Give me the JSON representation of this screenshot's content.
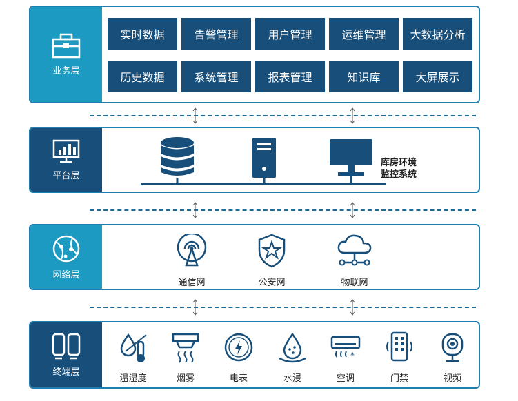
{
  "business": {
    "label": "业务层",
    "modules": [
      "实时数据",
      "告警管理",
      "用户管理",
      "运维管理",
      "大数据分析",
      "历史数据",
      "系统管理",
      "报表管理",
      "知识库",
      "大屏展示"
    ]
  },
  "platform": {
    "label": "平台层",
    "text_line1": "库房环境",
    "text_line2": "监控系统"
  },
  "network": {
    "label": "网络层",
    "items": [
      "通信网",
      "公安网",
      "物联网"
    ]
  },
  "terminal": {
    "label": "终端层",
    "items": [
      "温湿度",
      "烟雾",
      "电表",
      "水浸",
      "空调",
      "门禁",
      "视频"
    ]
  },
  "colors": {
    "teal": "#1c9ac1",
    "navy": "#174e7a",
    "border": "#1f7fb0"
  }
}
